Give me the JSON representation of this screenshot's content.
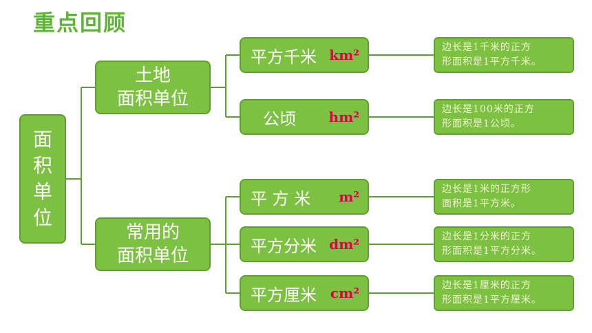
{
  "title": "重点回顾",
  "root": {
    "chars": [
      "面",
      "积",
      "单",
      "位"
    ]
  },
  "categories": [
    {
      "lines": [
        "土地",
        "面积单位"
      ],
      "units": [
        {
          "name": "平方千米",
          "abbr": "km²",
          "definition": [
            "边长是1千米的正方",
            "形面积是1平方千米。"
          ]
        },
        {
          "name": "公顷",
          "abbr": "hm²",
          "definition": [
            "边长是100米的正方",
            "形面积是1公顷。"
          ]
        }
      ]
    },
    {
      "lines": [
        "常用的",
        "面积单位"
      ],
      "units": [
        {
          "name": "平 方 米",
          "abbr": "m²",
          "definition": [
            "边长是1米的正方形",
            "面积是1平方米。"
          ]
        },
        {
          "name": "平方分米",
          "abbr": "dm²",
          "definition": [
            "边长是1分米的正方",
            "形面积是1平方分米。"
          ]
        },
        {
          "name": "平方厘米",
          "abbr": "cm²",
          "definition": [
            "边长是1厘米的正方",
            "形面积是1平方厘米。"
          ]
        }
      ]
    }
  ],
  "colors": {
    "title": "#5cb533",
    "box_fill": "#7dc142",
    "box_border": "#5f9f2f",
    "abbr": "#e0004a",
    "line": "#5f9f2f"
  }
}
